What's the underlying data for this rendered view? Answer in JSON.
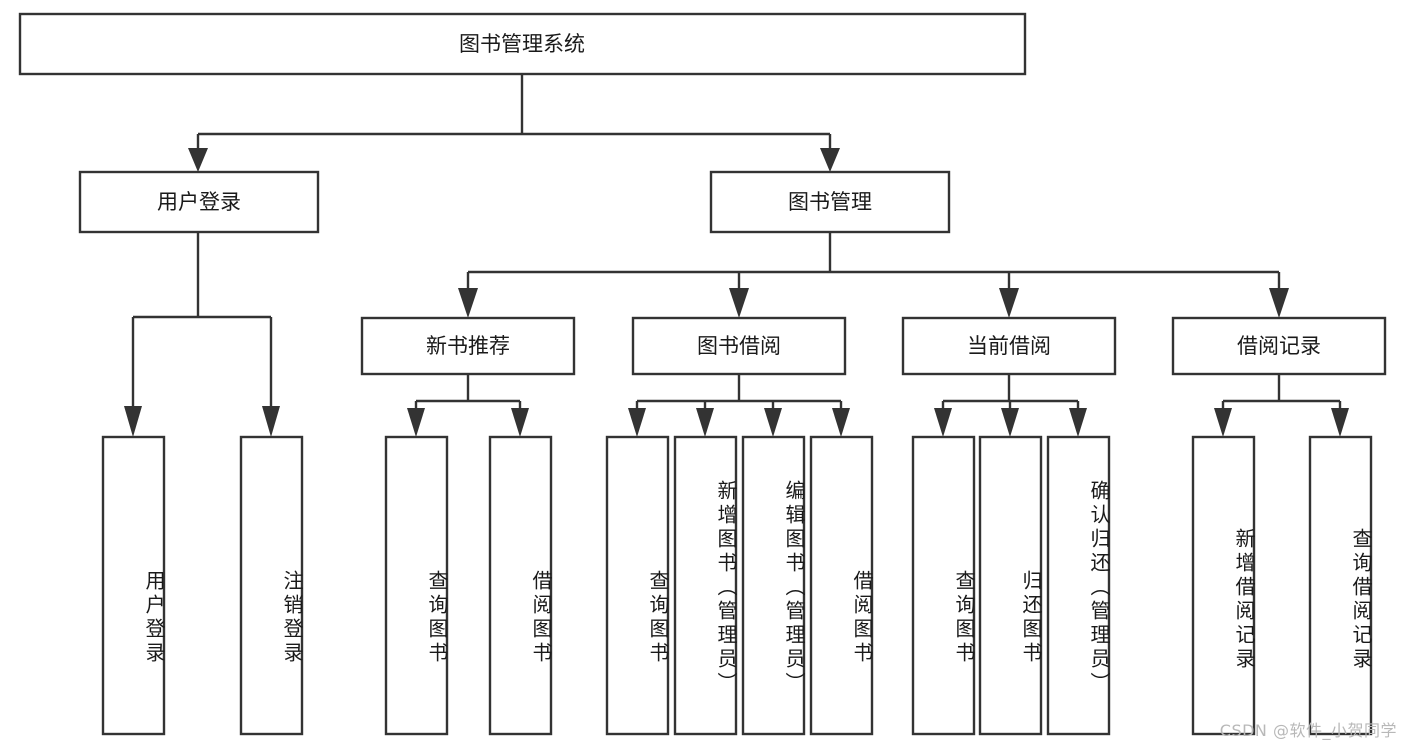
{
  "diagram": {
    "title_node": {
      "label": "图书管理系统"
    },
    "level2": [
      {
        "label": "用户登录"
      },
      {
        "label": "图书管理"
      }
    ],
    "level3": [
      {
        "label": "新书推荐"
      },
      {
        "label": "图书借阅"
      },
      {
        "label": "当前借阅"
      },
      {
        "label": "借阅记录"
      }
    ],
    "leaves": {
      "user_login": [
        {
          "label": "用户登录"
        },
        {
          "label": "注销登录"
        }
      ],
      "new_book_recommend": [
        {
          "label": "查询图书"
        },
        {
          "label": "借阅图书"
        }
      ],
      "book_borrow": [
        {
          "label": "查询图书"
        },
        {
          "label": "新增图书（管理员）"
        },
        {
          "label": "编辑图书（管理员）"
        },
        {
          "label": "借阅图书"
        }
      ],
      "current_borrow": [
        {
          "label": "查询图书"
        },
        {
          "label": "归还图书"
        },
        {
          "label": "确认归还（管理员）"
        }
      ],
      "borrow_record": [
        {
          "label": "新增借阅记录"
        },
        {
          "label": "查询借阅记录"
        }
      ]
    }
  },
  "watermark": {
    "text": "CSDN @软件_小贺同学"
  },
  "colors": {
    "box_stroke": "#333333",
    "box_fill": "#ffffff",
    "text": "#1a1a1a",
    "watermark": "#b8b8b8",
    "background": "#ffffff"
  }
}
